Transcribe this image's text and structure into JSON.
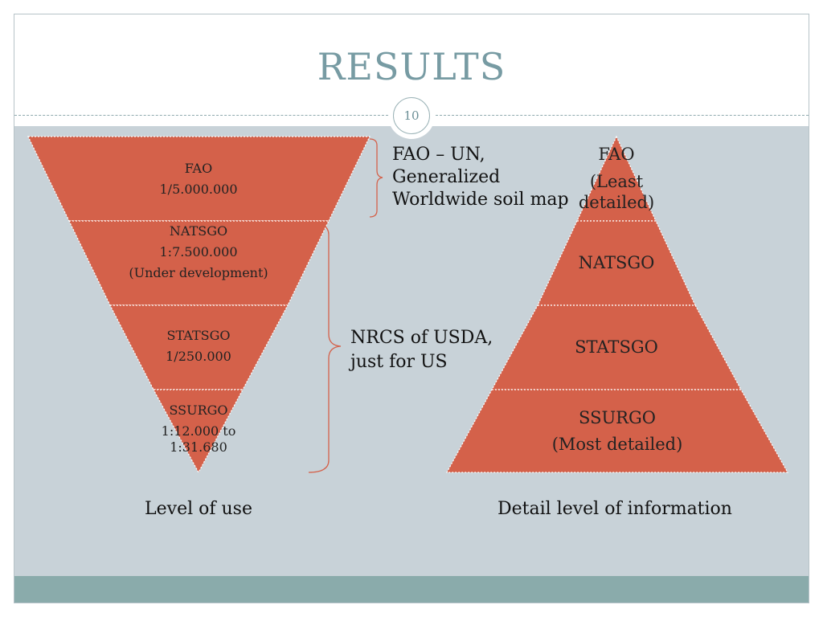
{
  "slide": {
    "title": "RESULTS",
    "page_number": "10"
  },
  "inverted_pyramid": {
    "levels": [
      {
        "name": "FAO",
        "line2": "1/5.000.000",
        "line3": ""
      },
      {
        "name": "NATSGO",
        "line2": "1:7.500.000",
        "line3": "(Under development)"
      },
      {
        "name": "STATSGO",
        "line2": "1/250.000",
        "line3": ""
      },
      {
        "name": "SSURGO",
        "line2": "1:12.000 to",
        "line3": "1:31.680"
      }
    ],
    "caption": "Level of use"
  },
  "annotations": {
    "fao_note": [
      "FAO – UN,",
      "Generalized",
      "Worldwide soil map"
    ],
    "nrcs_note": [
      "NRCS of USDA,",
      "just for US"
    ]
  },
  "pyramid": {
    "levels": [
      {
        "line1": "FAO",
        "line2": "(Least",
        "line3": "detailed)"
      },
      {
        "line1": "NATSGO"
      },
      {
        "line1": "STATSGO"
      },
      {
        "line1": "SSURGO",
        "line2": "(Most detailed)"
      }
    ],
    "caption": "Detail level of information"
  },
  "colors": {
    "segment_fill": "#d4614a",
    "background": "#c8d2d8",
    "footer": "#8aabab",
    "title": "#779ba3"
  }
}
